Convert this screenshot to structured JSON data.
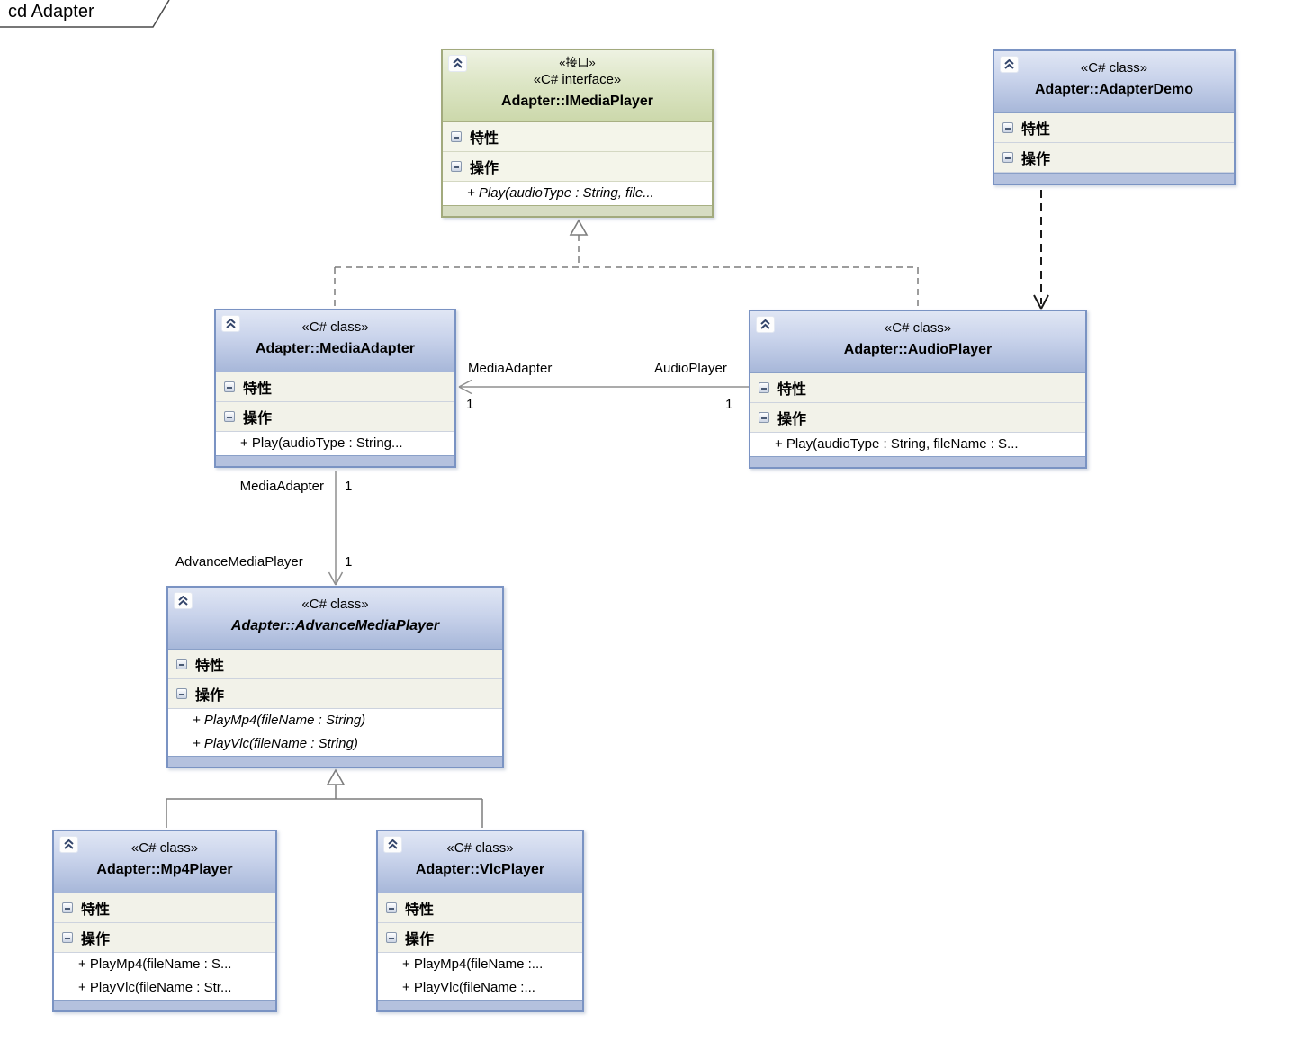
{
  "frame": {
    "title": "cd Adapter"
  },
  "sections": {
    "attributes_label": "特性",
    "operations_label": "操作"
  },
  "classes": [
    {
      "id": "imediaplayer",
      "stereotype_small": "«接口»",
      "stereotype": "«C# interface»",
      "name": "Adapter::IMediaPlayer",
      "operations": [
        "+ Play(audioType : String, file..."
      ]
    },
    {
      "id": "adapterdemo",
      "stereotype": "«C# class»",
      "name": "Adapter::AdapterDemo",
      "operations": []
    },
    {
      "id": "mediaadapter",
      "stereotype": "«C# class»",
      "name": "Adapter::MediaAdapter",
      "operations": [
        "+ Play(audioType : String..."
      ]
    },
    {
      "id": "audioplayer",
      "stereotype": "«C# class»",
      "name": "Adapter::AudioPlayer",
      "operations": [
        "+ Play(audioType : String, fileName : S..."
      ]
    },
    {
      "id": "advancemediaplayer",
      "stereotype": "«C# class»",
      "name": "Adapter::AdvanceMediaPlayer",
      "operations": [
        "+ PlayMp4(fileName : String)",
        "+ PlayVlc(fileName : String)"
      ]
    },
    {
      "id": "mp4player",
      "stereotype": "«C# class»",
      "name": "Adapter::Mp4Player",
      "operations": [
        "+ PlayMp4(fileName : S...",
        "+ PlayVlc(fileName : Str..."
      ]
    },
    {
      "id": "vlcplayer",
      "stereotype": "«C# class»",
      "name": "Adapter::VlcPlayer",
      "operations": [
        "+ PlayMp4(fileName :...",
        "+ PlayVlc(fileName :..."
      ]
    }
  ],
  "edges": {
    "audio_media_assoc": {
      "target_role": "MediaAdapter",
      "target_mult": "1",
      "source_role": "AudioPlayer",
      "source_mult": "1"
    },
    "media_advance_assoc": {
      "source_role": "MediaAdapter",
      "source_mult": "1",
      "target_role": "AdvanceMediaPlayer",
      "target_mult": "1"
    }
  },
  "colors": {
    "class_header_top": "#e0e6f4",
    "class_header_bottom": "#a7b7d9",
    "class_border": "#7a93c3",
    "class_footer": "#b4c1de",
    "section_bg": "#f2f2e9",
    "operation_bg": "#ffffff",
    "interface_header_top": "#eef2e2",
    "interface_header_bottom": "#ccd8ab",
    "interface_border": "#a2aa7d",
    "interface_footer": "#d6dcc2",
    "connector_gray": "#7d7d7d",
    "dependency_black": "#1a1a1a"
  }
}
